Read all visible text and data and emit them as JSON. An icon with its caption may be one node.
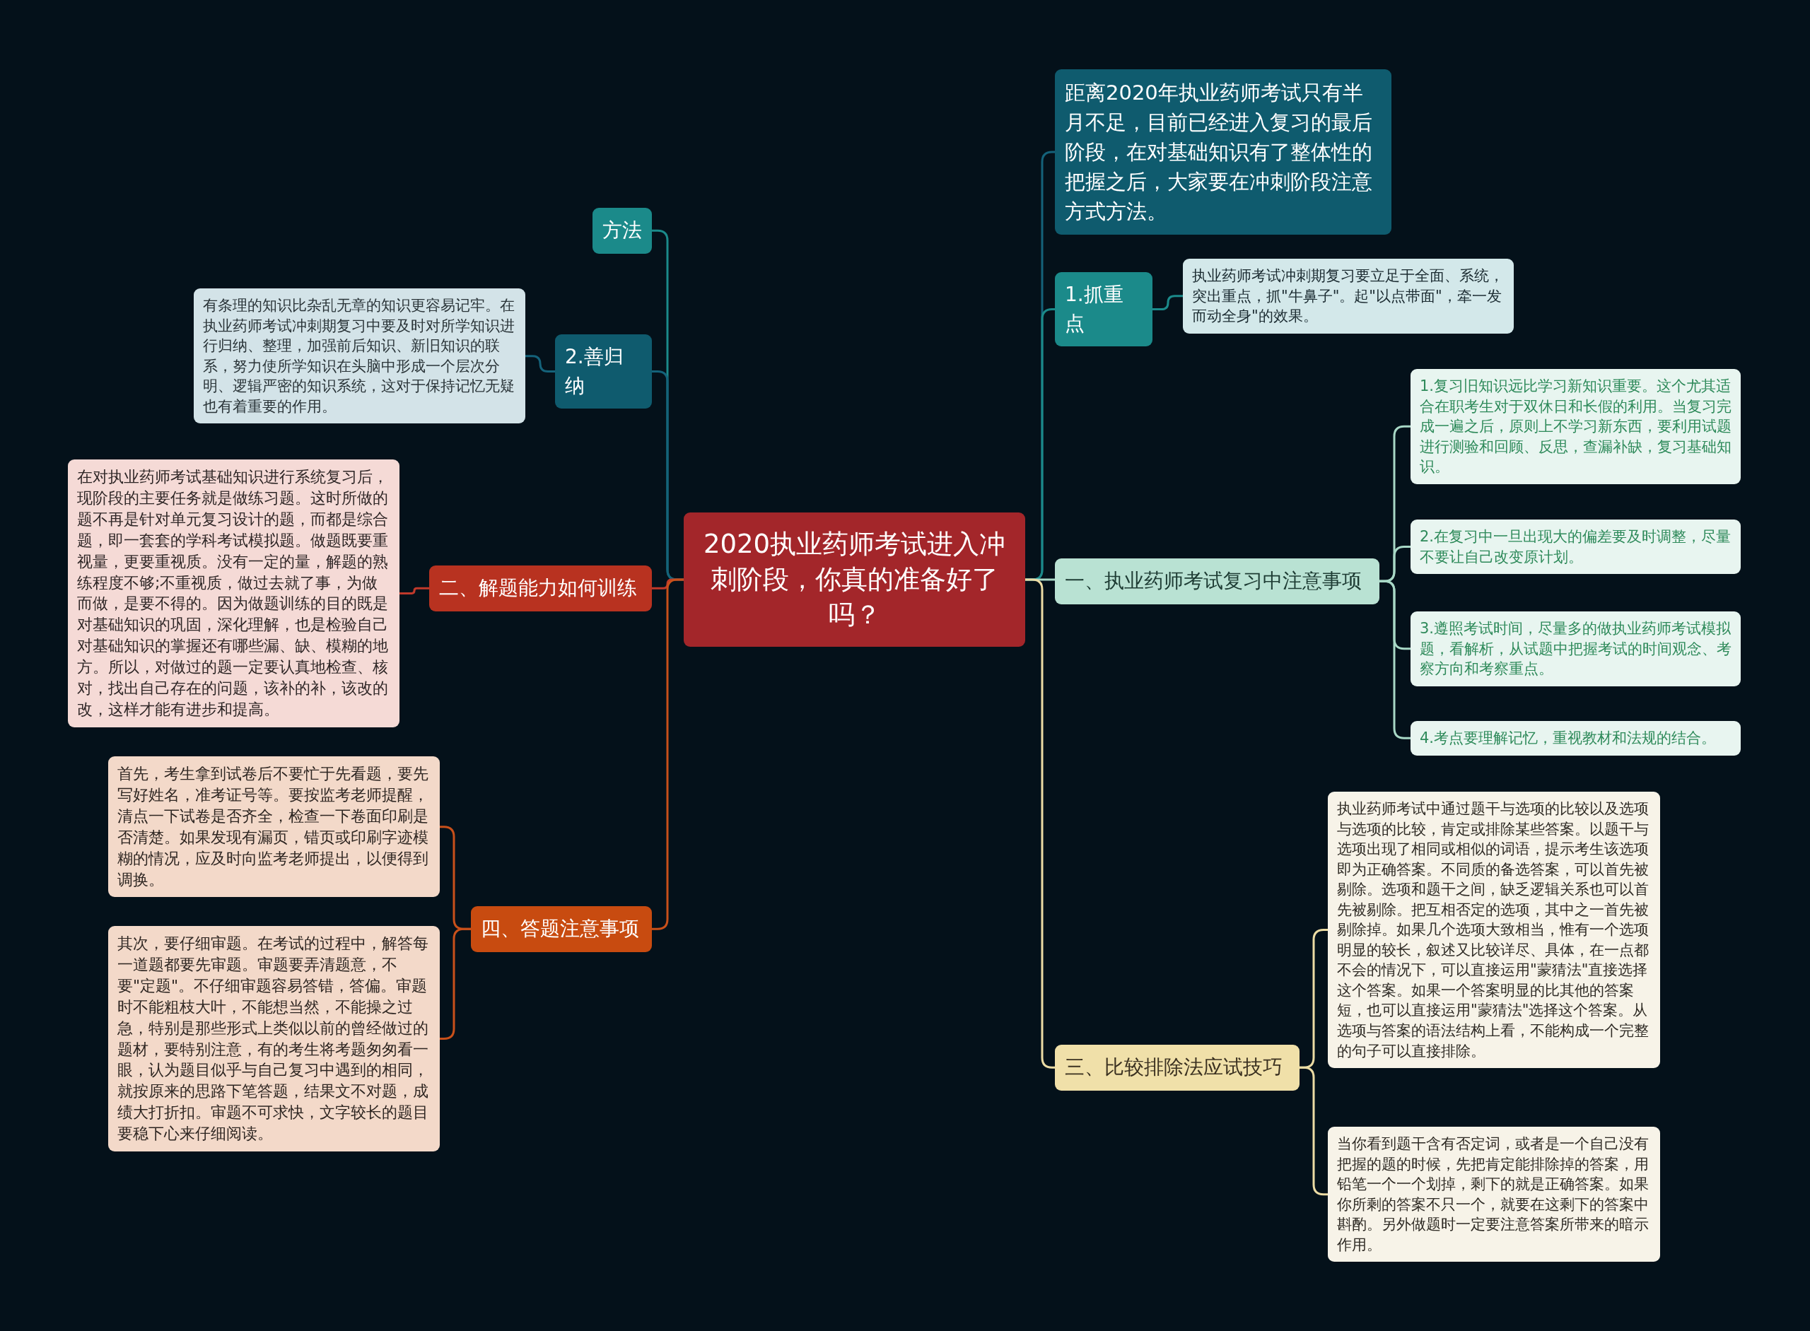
{
  "diagram": {
    "nodes": [
      {
        "text": [
          "2020执业药师考试进入冲刺阶段，你真的准备好了吗？"
        ]
      },
      {
        "text": [
          "距离2020年执业药师考试只有半月不足，目前已经进入复习的最后阶段，在对基础知识有了整体性的把握之后，大家要在冲刺阶段注意方式方法。"
        ]
      },
      {
        "text": [
          "1.抓重点"
        ]
      },
      {
        "text": [
          "执业药师考试冲刺期复习要立足于全面、系统，突出重点，抓\"牛鼻子\"。起\"以点带面\"，牵一发而动全身\"的效果。"
        ]
      },
      {
        "text": [
          "一、执业药师考试复习中注意事项"
        ]
      },
      {
        "text": [
          "1.复习旧知识远比学习新知识重要。这个尤其适合在职考生对于双休日和长假的利用。当复习完成一遍之后，原则上不学习新东西，要利用试题进行测验和回顾、反思，查漏补缺，复习基础知识。"
        ]
      },
      {
        "text": [
          "2.在复习中一旦出现大的偏差要及时调整，尽量不要让自己改变原计划。"
        ]
      },
      {
        "text": [
          "3.遵照考试时间，尽量多的做执业药师考试模拟题，看解析，从试题中把握考试的时间观念、考察方向和考察重点。"
        ]
      },
      {
        "text": [
          "4.考点要理解记忆，重视教材和法规的结合。"
        ]
      },
      {
        "text": [
          "三、比较排除法应试技巧"
        ]
      },
      {
        "text": [
          "执业药师考试中通过题干与选项的比较以及选项与选项的比较，肯定或排除某些答案。以题干与选项出现了相同或相似的词语，提示考生该选项即为正确答案。不同质的备选答案，可以首先被剔除。选项和题干之间，缺乏逻辑关系也可以首先被剔除。把互相否定的选项，其中之一首先被剔除掉。如果几个选项大致相当，惟有一个选项明显的较长，叙述又比较详尽、具体，在一点都不会的情况下，可以直接运用\"蒙猜法\"直接选择这个答案。如果一个答案明显的比其他的答案短，也可以直接运用\"蒙猜法\"选择这个答案。从选项与答案的语法结构上看，不能构成一个完整的句子可以直接排除。"
        ]
      },
      {
        "text": [
          "当你看到题干含有否定词，或者是一个自己没有把握的题的时候，先把肯定能排除掉的答案，用铅笔一个一个划掉，剩下的就是正确答案。如果你所剩的答案不只一个，就要在这剩下的答案中斟酌。另外做题时一定要注意答案所带来的暗示作用。"
        ]
      },
      {
        "text": [
          "方法"
        ]
      },
      {
        "text": [
          "2.善归纳"
        ]
      },
      {
        "text": [
          "有条理的知识比杂乱无章的知识更容易记牢。在执业药师考试冲刺期复习中要及时对所学知识进行归纳、整理，加强前后知识、新旧知识的联系，努力使所学知识在头脑中形成一个层次分明、逻辑严密的知识系统，这对于保持记忆无疑也有着重要的作用。"
        ]
      },
      {
        "text": [
          "二、解题能力如何训练"
        ]
      },
      {
        "text": [
          "在对执业药师考试基础知识进行系统复习后，现阶段的主要任务就是做练习题。这时所做的题不再是针对单元复习设计的题，而都是综合题，即一套套的学科考试模拟题。做题既要重视量，更要重视质。没有一定的量，解题的熟练程度不够;不重视质，做过去就了事，为做而做，是要不得的。因为做题训练的目的既是对基础知识的巩固，深化理解，也是检验自己对基础知识的掌握还有哪些漏、缺、模糊的地方。所以，对做过的题一定要认真地检查、核对，找出自己存在的问题，该补的补，该改的改，这样才能有进步和提高。"
        ]
      },
      {
        "text": [
          "四、答题注意事项"
        ]
      },
      {
        "text": [
          "首先，考生拿到试卷后不要忙于先看题，要先写好姓名，准考证号等。要按监考老师提醒，清点一下试卷是否齐全，检查一下卷面印刷是否清楚。如果发现有漏页，错页或印刷字迹模糊的情况，应及时向监考老师提出，以便得到调换。"
        ]
      },
      {
        "text": [
          "其次，要仔细审题。在考试的过程中，解答每一道题都要先审题。审题要弄清题意，不要\"定题\"。不仔细审题容易答错，答偏。审题时不能粗枝大叶，不能想当然，不能操之过急，特别是那些形式上类似以前的曾经做过的题材，要特别注意，有的考生将考题匆匆看一眼，认为题目似乎与自己复习中遇到的相同，就按原来的思路下笔答题，结果文不对题，成绩大打折扣。审题不可求快，文字较长的题目要稳下心来仔细阅读。"
        ]
      }
    ],
    "edges": [
      {
        "from": 0,
        "to": 1,
        "arrow": "none",
        "color": "#14627a"
      },
      {
        "from": 0,
        "to": 2,
        "arrow": "none",
        "color": "#1b8a8a"
      },
      {
        "from": 2,
        "to": 3,
        "arrow": "none",
        "color": "#1b8a8a"
      },
      {
        "from": 0,
        "to": 4,
        "arrow": "none",
        "color": "#a8d8c6"
      },
      {
        "from": 4,
        "to": 5,
        "arrow": "none",
        "color": "#a8d8c6"
      },
      {
        "from": 4,
        "to": 6,
        "arrow": "none",
        "color": "#a8d8c6"
      },
      {
        "from": 4,
        "to": 7,
        "arrow": "none",
        "color": "#a8d8c6"
      },
      {
        "from": 4,
        "to": 8,
        "arrow": "none",
        "color": "#a8d8c6"
      },
      {
        "from": 0,
        "to": 9,
        "arrow": "none",
        "color": "#ecdca4"
      },
      {
        "from": 9,
        "to": 10,
        "arrow": "none",
        "color": "#ecdca4"
      },
      {
        "from": 9,
        "to": 11,
        "arrow": "none",
        "color": "#ecdca4"
      },
      {
        "from": 0,
        "to": 12,
        "arrow": "none",
        "color": "#1b8a8a"
      },
      {
        "from": 0,
        "to": 13,
        "arrow": "none",
        "color": "#14627a"
      },
      {
        "from": 13,
        "to": 14,
        "arrow": "none",
        "color": "#14627a"
      },
      {
        "from": 0,
        "to": 15,
        "arrow": "none",
        "color": "#c0392b"
      },
      {
        "from": 15,
        "to": 16,
        "arrow": "none",
        "color": "#c0392b"
      },
      {
        "from": 0,
        "to": 17,
        "arrow": "none",
        "color": "#c8501a"
      },
      {
        "from": 17,
        "to": 18,
        "arrow": "none",
        "color": "#c8501a"
      },
      {
        "from": 17,
        "to": 19,
        "arrow": "none",
        "color": "#c8501a"
      }
    ]
  }
}
